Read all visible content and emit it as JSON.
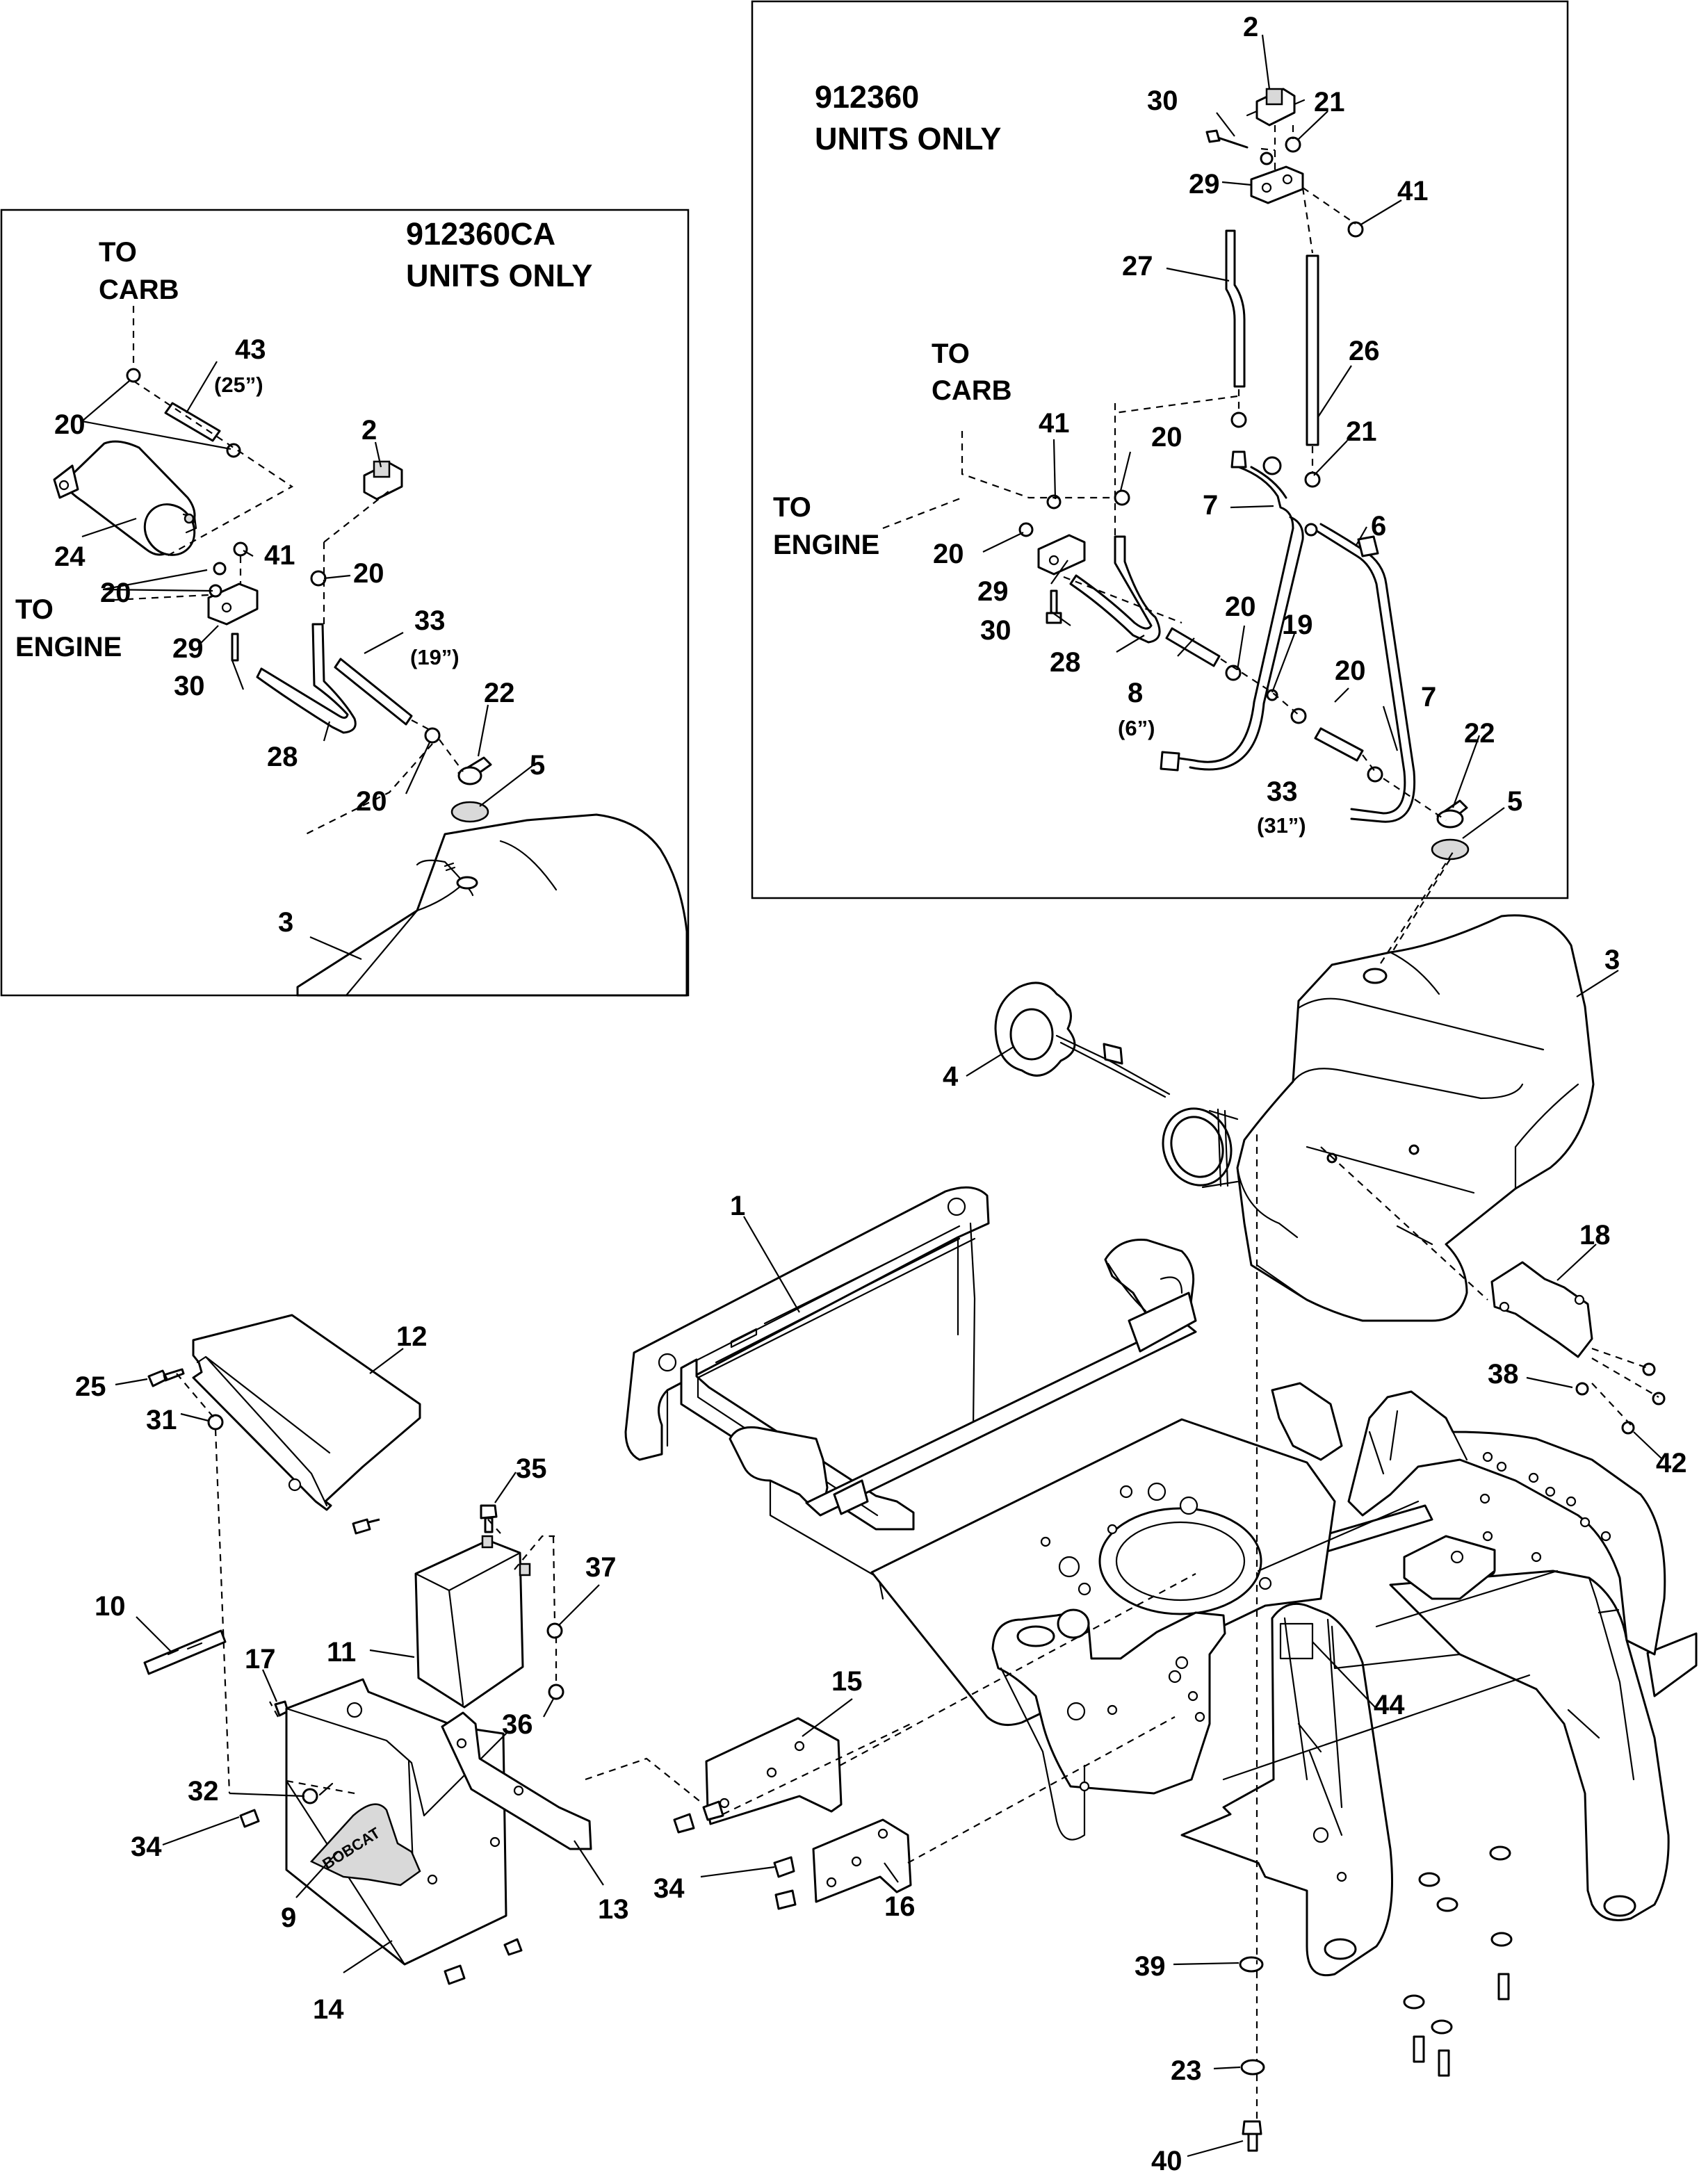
{
  "inset_right": {
    "title_line1": "912360",
    "title_line2": "UNITS ONLY",
    "to_carb_line1": "TO",
    "to_carb_line2": "CARB",
    "to_engine_line1": "TO",
    "to_engine_line2": "ENGINE",
    "callouts": [
      {
        "label": "2"
      },
      {
        "label": "30"
      },
      {
        "label": "21"
      },
      {
        "label": "29"
      },
      {
        "label": "41"
      },
      {
        "label": "27"
      },
      {
        "label": "26"
      },
      {
        "label": "41"
      },
      {
        "label": "20"
      },
      {
        "label": "21"
      },
      {
        "label": "7"
      },
      {
        "label": "6"
      },
      {
        "label": "20"
      },
      {
        "label": "29"
      },
      {
        "label": "30"
      },
      {
        "label": "20"
      },
      {
        "label": "19"
      },
      {
        "label": "28"
      },
      {
        "label": "8"
      },
      {
        "label": "20"
      },
      {
        "label": "7"
      },
      {
        "label": "22"
      },
      {
        "label": "33"
      },
      {
        "label": "5"
      }
    ],
    "notes": [
      "(6”)",
      "(31”)"
    ]
  },
  "inset_left": {
    "title_line1": "912360CA",
    "title_line2": "UNITS ONLY",
    "to_carb_line1": "TO",
    "to_carb_line2": "CARB",
    "to_engine_line1": "TO",
    "to_engine_line2": "ENGINE",
    "callouts": [
      {
        "label": "43"
      },
      {
        "label": "20"
      },
      {
        "label": "2"
      },
      {
        "label": "24"
      },
      {
        "label": "41"
      },
      {
        "label": "20"
      },
      {
        "label": "20"
      },
      {
        "label": "29"
      },
      {
        "label": "33"
      },
      {
        "label": "30"
      },
      {
        "label": "22"
      },
      {
        "label": "28"
      },
      {
        "label": "5"
      },
      {
        "label": "20"
      },
      {
        "label": "3"
      }
    ],
    "notes": [
      "(25”)",
      "(19”)"
    ]
  },
  "main": {
    "callouts": [
      {
        "label": "3"
      },
      {
        "label": "4"
      },
      {
        "label": "1"
      },
      {
        "label": "18"
      },
      {
        "label": "12"
      },
      {
        "label": "25"
      },
      {
        "label": "38"
      },
      {
        "label": "31"
      },
      {
        "label": "42"
      },
      {
        "label": "35"
      },
      {
        "label": "37"
      },
      {
        "label": "11"
      },
      {
        "label": "10"
      },
      {
        "label": "17"
      },
      {
        "label": "36"
      },
      {
        "label": "15"
      },
      {
        "label": "44"
      },
      {
        "label": "32"
      },
      {
        "label": "34"
      },
      {
        "label": "13"
      },
      {
        "label": "34"
      },
      {
        "label": "16"
      },
      {
        "label": "9"
      },
      {
        "label": "14"
      },
      {
        "label": "39"
      },
      {
        "label": "23"
      },
      {
        "label": "40"
      }
    ]
  },
  "decal_text": "BOBCAT"
}
